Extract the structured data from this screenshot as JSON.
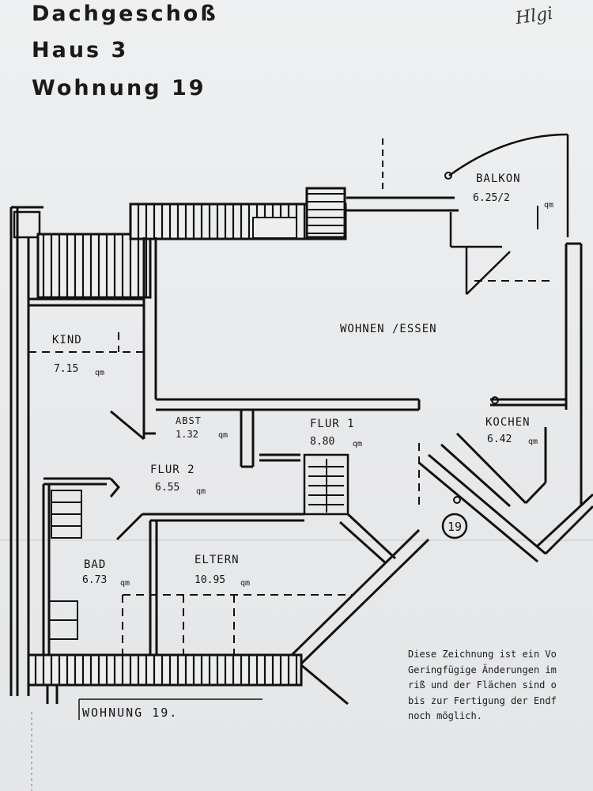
{
  "header": {
    "title_line1": "Dachgeschoß",
    "title_line2": "Haus 3",
    "title_line3": "Wohnung 19"
  },
  "signature": "Hlgi",
  "rooms": [
    {
      "name": "BALKON",
      "area": "6.25/2"
    },
    {
      "name": "WOHNEN /ESSEN",
      "area": ""
    },
    {
      "name": "KIND",
      "area": "7.15"
    },
    {
      "name": "ABST",
      "area": "1.32"
    },
    {
      "name": "FLUR 1",
      "area": "8.80"
    },
    {
      "name": "KOCHEN",
      "area": "6.42"
    },
    {
      "name": "FLUR 2",
      "area": "6.55"
    },
    {
      "name": "BAD",
      "area": "6.73"
    },
    {
      "name": "ELTERN",
      "area": "10.95"
    }
  ],
  "area_unit": "qm",
  "unit_marker": "19",
  "unit_caption": "WOHNUNG 19.",
  "note_lines": [
    "Diese Zeichnung ist ein Vo",
    "Geringfügige Änderungen im",
    "riß und der Flächen sind o",
    "bis zur Fertigung der Endf",
    "noch möglich."
  ]
}
